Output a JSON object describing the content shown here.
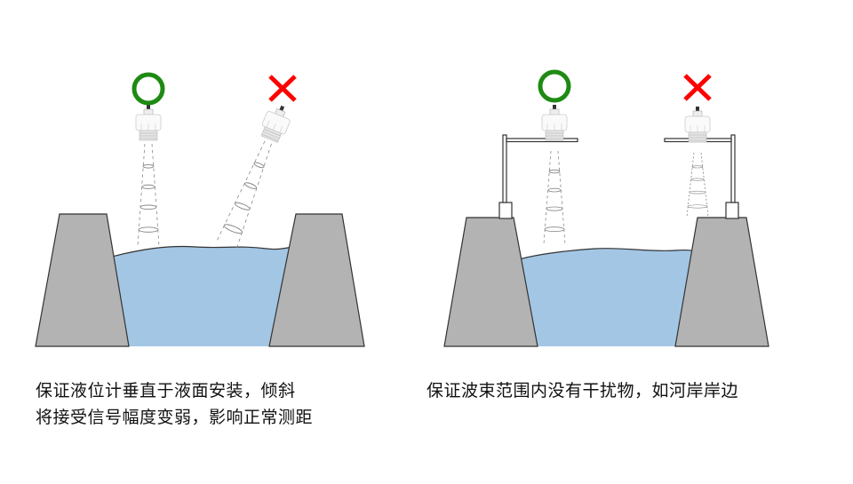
{
  "colors": {
    "water": "#a3c6e4",
    "bank": "#b3b3b3",
    "ok": "#1e8a12",
    "bad": "#ff0000"
  },
  "left_panel": {
    "caption_line1": "保证液位计垂直于液面安装，倾斜",
    "caption_line2": "将接受信号幅度变弱，影响正常测距"
  },
  "right_panel": {
    "caption_line1": "保证波束范围内没有干扰物，如河岸岸边"
  }
}
